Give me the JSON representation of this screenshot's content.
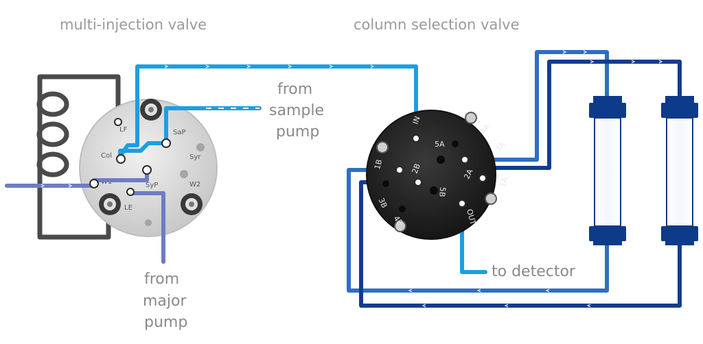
{
  "titles": {
    "left": "multi-injection valve",
    "right": "column selection valve"
  },
  "labels": {
    "sample_pump": [
      "from",
      "sample",
      "pump"
    ],
    "major_pump": [
      "from",
      "major",
      "pump"
    ],
    "detector": "to detector"
  },
  "injection_ports": {
    "lf": "LF",
    "col": "Col",
    "sap": "SaP",
    "syr": "Syr",
    "w1": "W1",
    "syp": "SyP",
    "w2": "W2",
    "le": "LE"
  },
  "selection_ports": {
    "in": "IN",
    "p4a": "4A",
    "p3a": "3A",
    "p5a": "5A",
    "p2a": "2A",
    "p1a": "1A",
    "p1b": "1B",
    "p2b": "2B",
    "p3b": "3B",
    "p4b": "4B",
    "p5b": "5B",
    "out": "OUT"
  },
  "colors": {
    "light_blue": "#1e9ee0",
    "mid_blue": "#2f6fc0",
    "dark_blue": "#123d8c",
    "purple": "#6e7cc4",
    "loop_gray": "#4a4a4a",
    "valve_body": "#d9d9d9",
    "selector_body": "#262626"
  }
}
